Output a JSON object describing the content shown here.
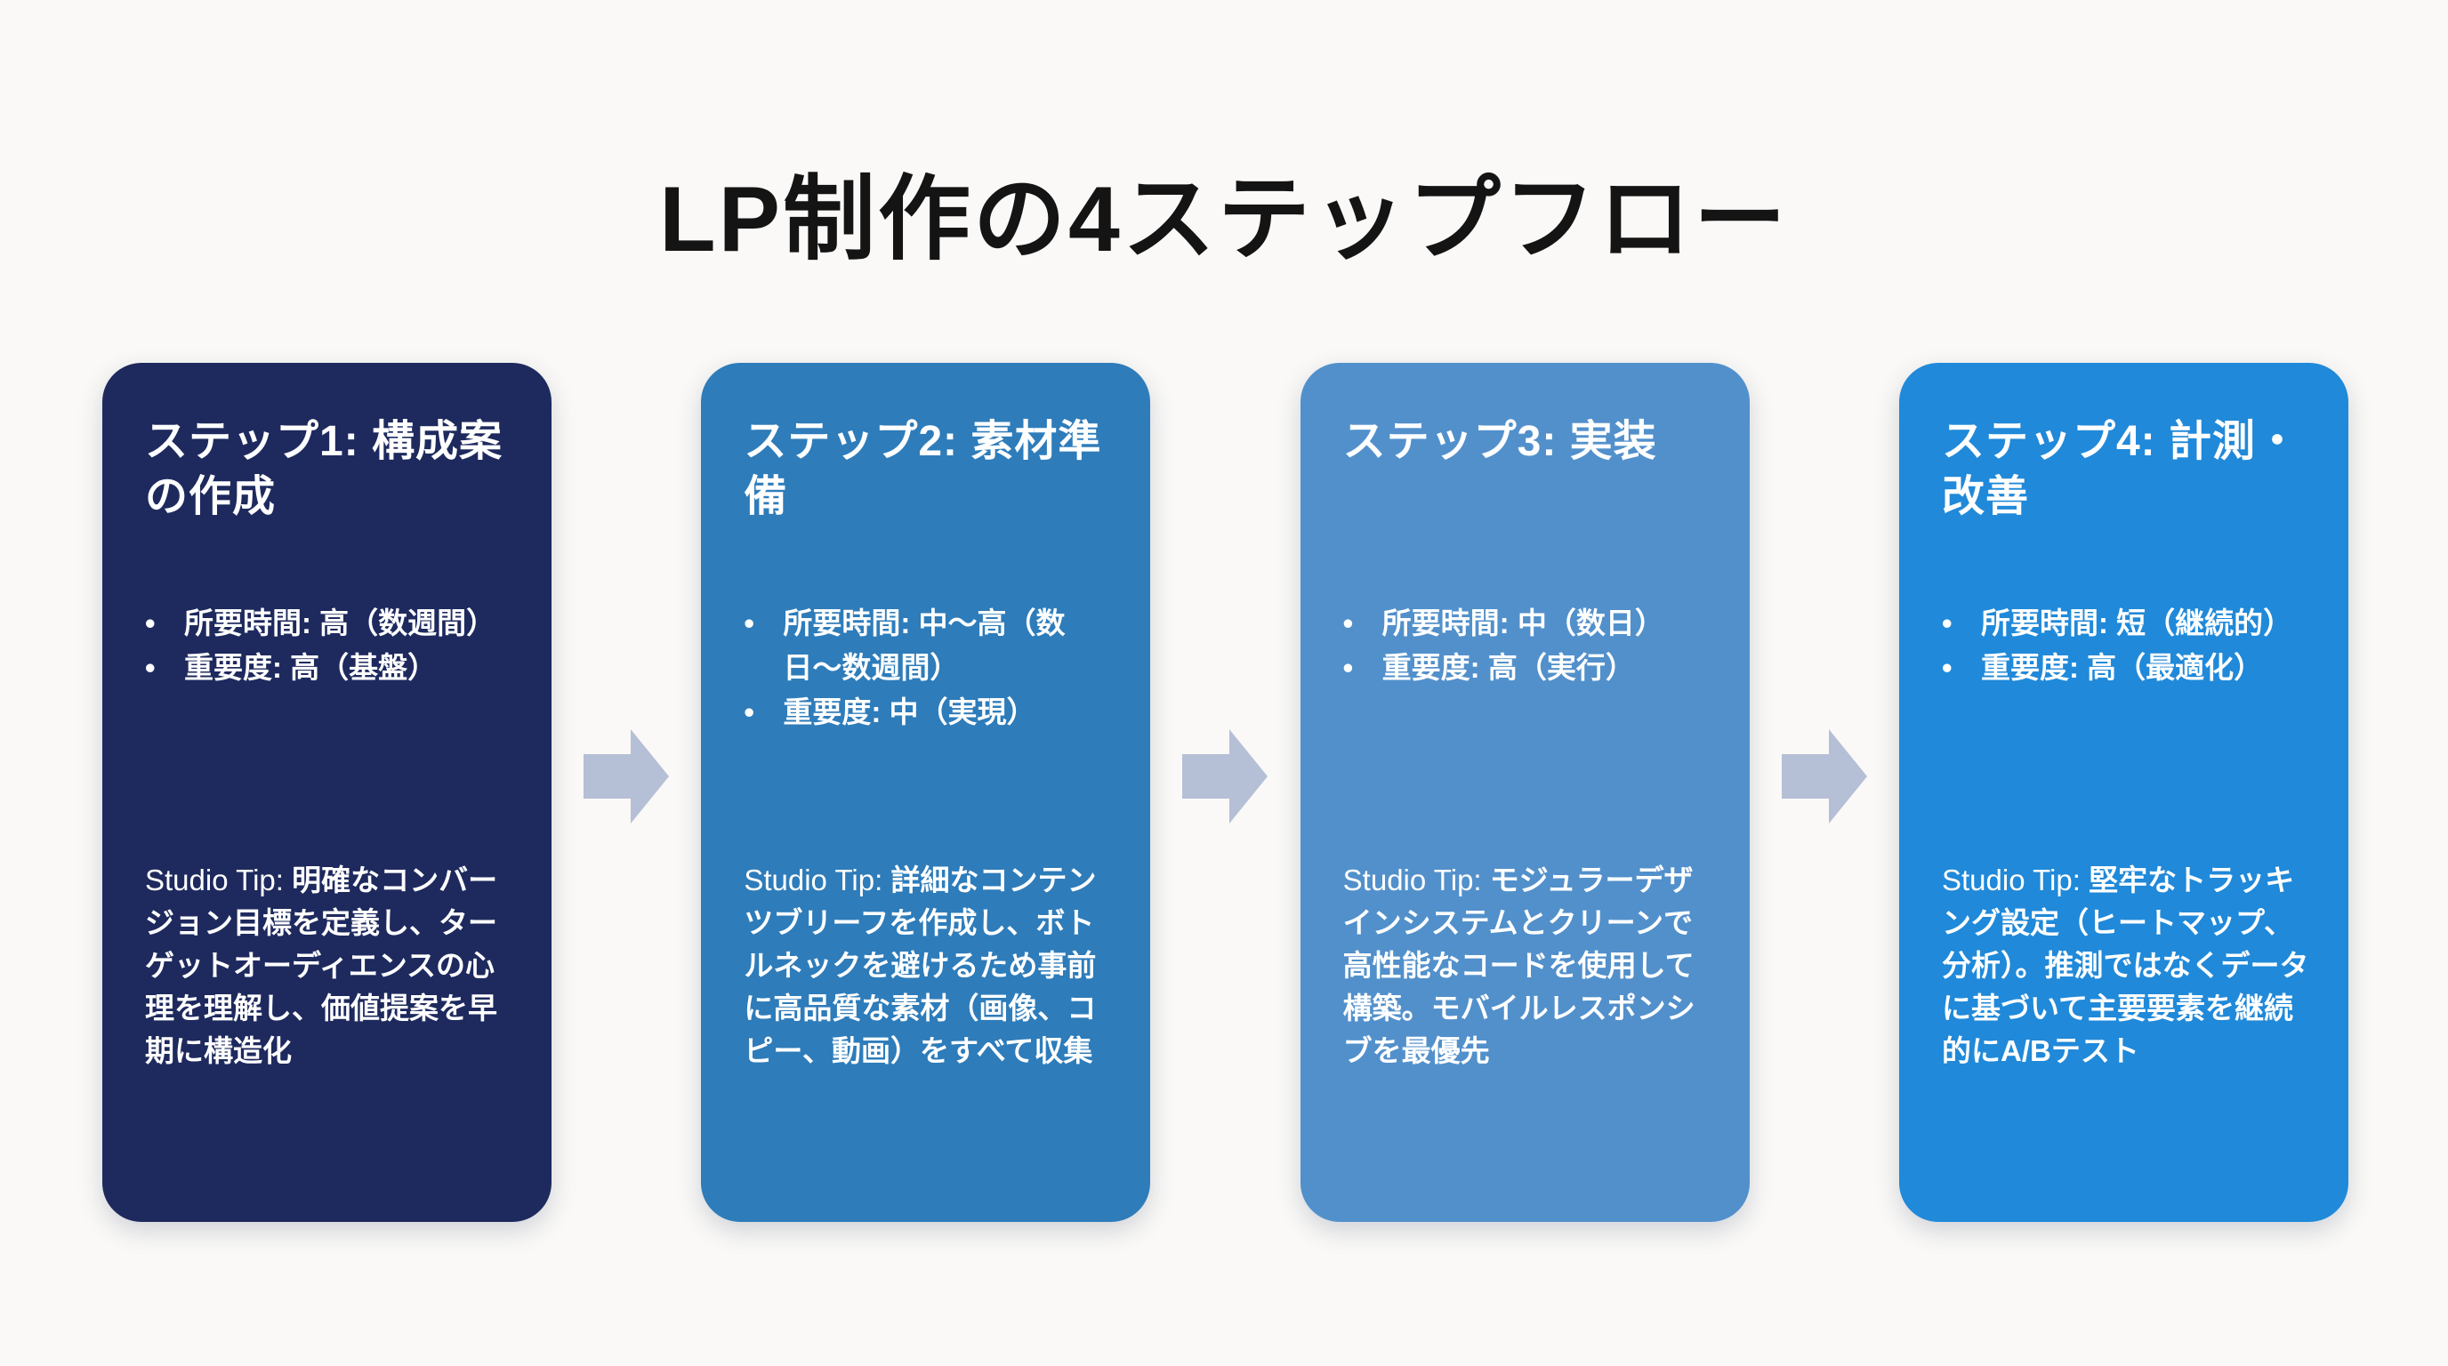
{
  "page": {
    "title": "LP制作の4ステップフロー",
    "background_color": "#faf9f7",
    "title_color": "#141414"
  },
  "ui": {
    "bullet_char": "•",
    "arrow_color": "#b5bfd6",
    "arrow_icon": "right-arrow"
  },
  "steps": [
    {
      "title": "ステップ1: 構成案の作成",
      "color": "#1e2a5e",
      "bullets": [
        "所要時間: 高（数週間）",
        "重要度: 高（基盤）"
      ],
      "tip_label": "Studio Tip:",
      "tip": "明確なコンバージョン目標を定義し、ターゲットオーディエンスの心理を理解し、価値提案を早期に構造化"
    },
    {
      "title": "ステップ2: 素材準備",
      "color": "#2e7cba",
      "bullets": [
        "所要時間: 中〜高（数日〜数週間）",
        "重要度: 中（実現）"
      ],
      "tip_label": "Studio Tip:",
      "tip": "詳細なコンテンツブリーフを作成し、ボトルネックを避けるため事前に高品質な素材（画像、コピー、動画）をすべて収集"
    },
    {
      "title": "ステップ3: 実装",
      "color": "#5290cb",
      "bullets": [
        "所要時間: 中（数日）",
        "重要度: 高（実行）"
      ],
      "tip_label": "Studio Tip:",
      "tip": "モジュラーデザインシステムとクリーンで高性能なコードを使用して構築。モバイルレスポンシブを最優先"
    },
    {
      "title": "ステップ4: 計測・改善",
      "color": "#2089d9",
      "bullets": [
        "所要時間: 短（継続的）",
        "重要度: 高（最適化）"
      ],
      "tip_label": "Studio Tip:",
      "tip": "堅牢なトラッキング設定（ヒートマップ、分析）。推測ではなくデータに基づいて主要要素を継続的にA/Bテスト"
    }
  ]
}
